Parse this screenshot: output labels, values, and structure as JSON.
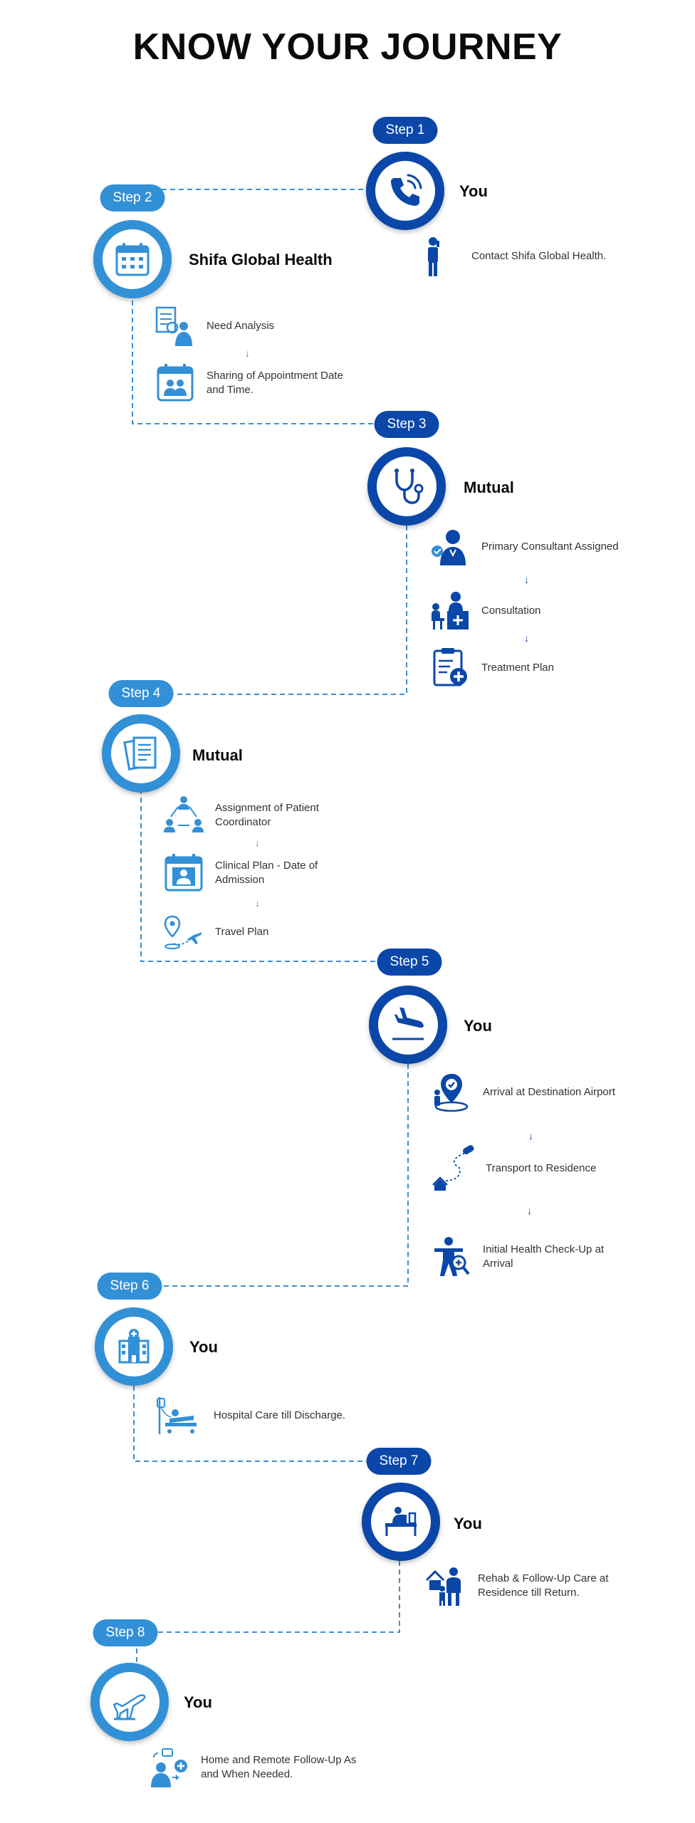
{
  "title": "KNOW YOUR JOURNEY",
  "colors": {
    "dark_blue": "#0a47a8",
    "light_blue": "#3290d6",
    "text": "#333333"
  },
  "steps": [
    {
      "label": "Step 1",
      "actor": "You",
      "icon": "phone-icon",
      "items": [
        {
          "icon": "person-on-phone-icon",
          "text": "Contact Shifa Global Health."
        }
      ]
    },
    {
      "label": "Step 2",
      "actor": "Shifa Global Health",
      "icon": "calendar-icon",
      "items": [
        {
          "icon": "document-review-icon",
          "text": "Need Analysis"
        },
        {
          "icon": "appointment-calendar-icon",
          "text": "Sharing of Appointment Date and Time."
        }
      ]
    },
    {
      "label": "Step 3",
      "actor": "Mutual",
      "icon": "stethoscope-icon",
      "items": [
        {
          "icon": "consultant-doctor-icon",
          "text": "Primary Consultant Assigned"
        },
        {
          "icon": "consultation-desk-icon",
          "text": "Consultation"
        },
        {
          "icon": "clipboard-medical-icon",
          "text": "Treatment Plan"
        }
      ]
    },
    {
      "label": "Step 4",
      "actor": "Mutual",
      "icon": "documents-icon",
      "items": [
        {
          "icon": "coordinator-network-icon",
          "text": "Assignment of Patient Coordinator"
        },
        {
          "icon": "admission-calendar-icon",
          "text": "Clinical Plan - Date of Admission"
        },
        {
          "icon": "travel-route-icon",
          "text": "Travel Plan"
        }
      ]
    },
    {
      "label": "Step 5",
      "actor": "You",
      "icon": "airplane-landing-icon",
      "items": [
        {
          "icon": "destination-pin-icon",
          "text": "Arrival at Destination Airport"
        },
        {
          "icon": "route-to-home-icon",
          "text": "Transport to Residence"
        },
        {
          "icon": "health-checkup-icon",
          "text": "Initial Health Check-Up at Arrival"
        }
      ]
    },
    {
      "label": "Step 6",
      "actor": "You",
      "icon": "hospital-icon",
      "items": [
        {
          "icon": "hospital-bed-iv-icon",
          "text": "Hospital Care till Discharge."
        }
      ]
    },
    {
      "label": "Step 7",
      "actor": "You",
      "icon": "patient-bed-icon",
      "items": [
        {
          "icon": "home-care-icon",
          "text": "Rehab & Follow-Up Care at Residence till Return."
        }
      ]
    },
    {
      "label": "Step 8",
      "actor": "You",
      "icon": "airplane-takeoff-icon",
      "items": [
        {
          "icon": "remote-followup-icon",
          "text": "Home and Remote Follow-Up As and When Needed."
        }
      ]
    }
  ]
}
